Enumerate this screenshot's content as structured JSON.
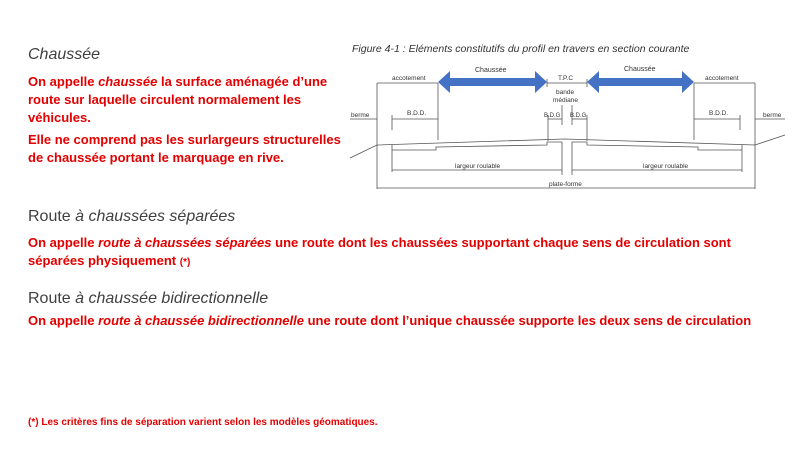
{
  "chaussee": {
    "heading": "Chaussée",
    "p1_a": "On appelle ",
    "p1_em": "chaussée",
    "p1_b": " la surface aménagée d’une route sur laquelle circulent normalement les véhicules.",
    "p2": "Elle ne comprend pas les surlargeurs structurelles de chaussée portant le marquage en rive."
  },
  "figure": {
    "title": "Figure 4-1 : Eléments constitutifs du profil en travers en section courante",
    "chaussee_left": "Chaussée",
    "chaussee_right": "Chaussée",
    "accotement_left": "accotement",
    "accotement_right": "accotement",
    "tpc": "T.P.C",
    "bande": "bande",
    "mediane": "médiane",
    "bdd_left": "B.D.D.",
    "bdd_right": "B.D.D.",
    "bdg_left": "B.D.G",
    "bdg_right": "B.D.G",
    "berme_left": "berme",
    "berme_right": "berme",
    "largeur_left": "largeur roulable",
    "largeur_right": "largeur roulable",
    "plateforme": "plate-forme"
  },
  "separees": {
    "heading_a": "Route ",
    "heading_em": "à chaussées séparées",
    "p_a": "On appelle ",
    "p_em": "route à chaussées séparées",
    "p_b": " une route dont les chaussées supportant chaque sens de circulation sont séparées physiquement ",
    "p_note": "(*)"
  },
  "bidir": {
    "heading_a": "Route ",
    "heading_em": "à chaussée bidirectionnelle",
    "p_a": "On appelle ",
    "p_em": "route à chaussée bidirectionnelle",
    "p_b": " une route dont l’unique chaussée supporte les deux sens de circulation"
  },
  "footnote": "(*) Les critères fins de séparation varient selon les modèles géomatiques."
}
